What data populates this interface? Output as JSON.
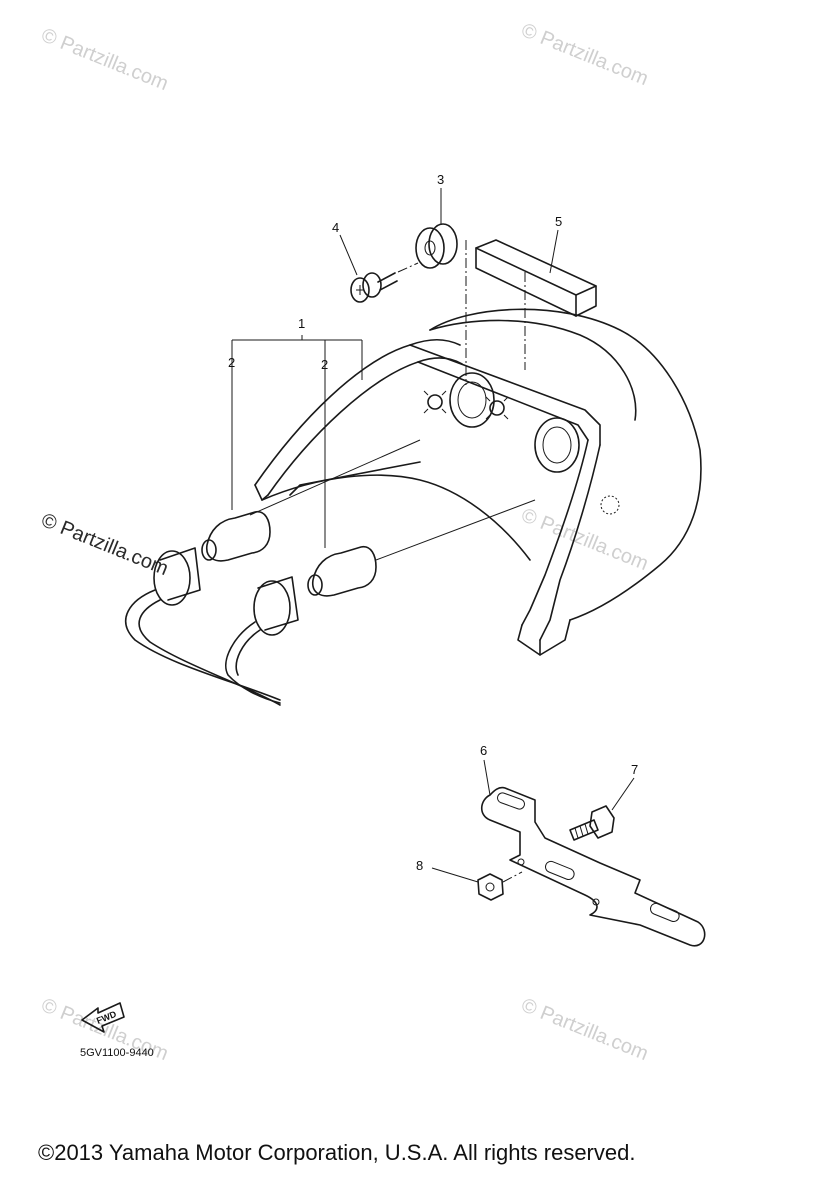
{
  "diagram_code": "5GV1100-9440",
  "copyright": "©2013 Yamaha Motor Corporation, U.S.A. All rights reserved.",
  "fwd_label": "FWD",
  "watermark": "© Partzilla.com",
  "callouts": {
    "c1": "1",
    "c2a": "2",
    "c2b": "2",
    "c3": "3",
    "c4": "4",
    "c5": "5",
    "c6": "6",
    "c7": "7",
    "c8": "8"
  }
}
